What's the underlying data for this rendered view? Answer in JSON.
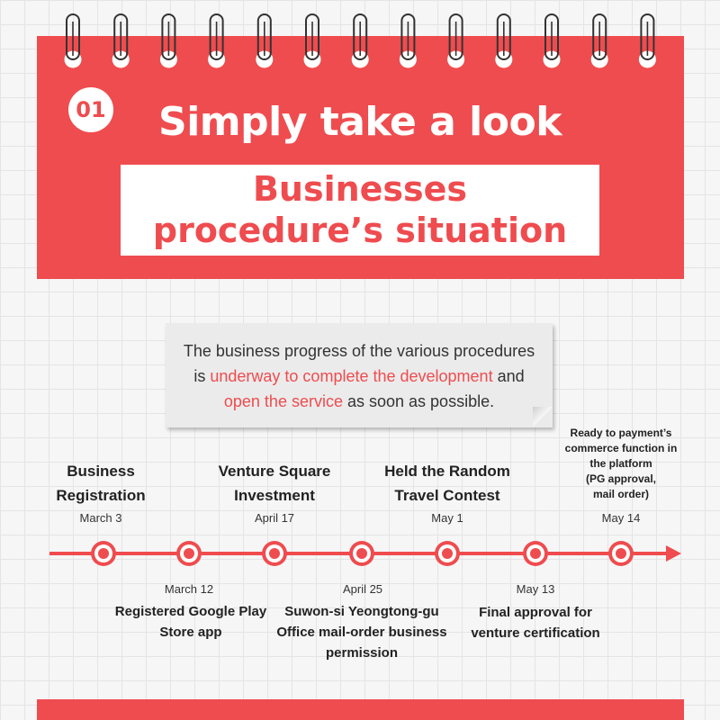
{
  "header": {
    "badge": "01",
    "headline": "Simply take a look",
    "sub_line1": "Businesses",
    "sub_line2": "procedure’s situation"
  },
  "note": {
    "line1": "The business progress of the various procedures",
    "line2_pre": "is ",
    "line2_hl": "underway to complete the development",
    "line2_post": " and",
    "line3_hl": "open the service",
    "line3_post": " as soon as possible."
  },
  "timeline": {
    "top": [
      {
        "title_lines": [
          "Business",
          "Registration"
        ],
        "date": "March  3"
      },
      {
        "title_lines": [
          "Venture Square",
          "Investment"
        ],
        "date": "April 17"
      },
      {
        "title_lines": [
          "Held the Random",
          "Travel Contest"
        ],
        "date": "May 1"
      },
      {
        "title_lines": [
          "Ready to payment’s",
          "commerce function in",
          "the platform",
          "(PG approval,",
          "mail order)"
        ],
        "date": "May 14"
      }
    ],
    "bottom": [
      {
        "date": "March 12",
        "title_lines": [
          "Registered Google Play",
          "Store app"
        ]
      },
      {
        "date": "April 25",
        "title_lines": [
          "Suwon-si Yeongtong-gu",
          "Office mail-order business",
          "permission"
        ]
      },
      {
        "date": "May 13",
        "title_lines": [
          "Final approval for",
          "venture certification"
        ]
      }
    ]
  },
  "colors": {
    "accent": "#ef4c4f",
    "background": "#f6f6f6",
    "note_bg": "#ebebeb"
  },
  "icons": {
    "binder_ring": "binder-ring-icon",
    "timeline_node": "circle-node-icon",
    "arrow": "arrow-right-icon"
  }
}
